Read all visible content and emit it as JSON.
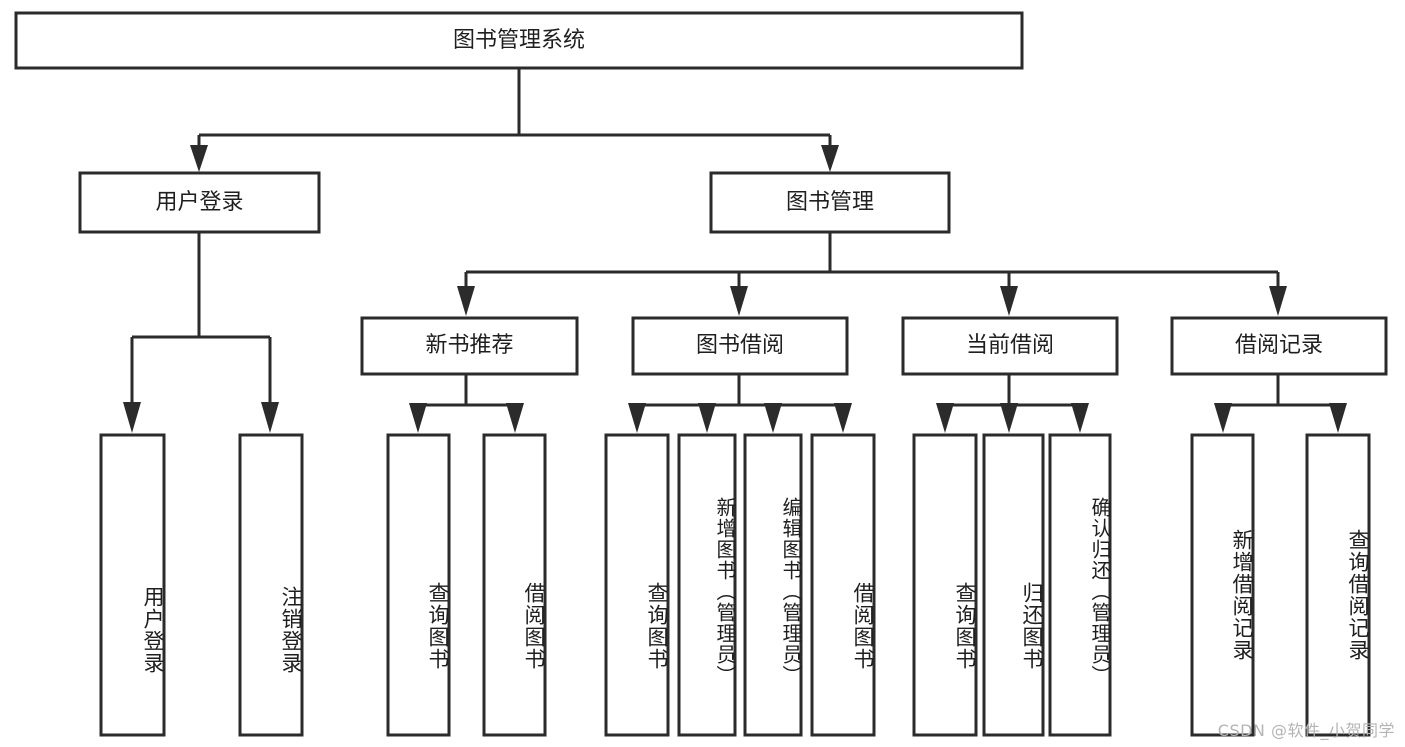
{
  "diagram": {
    "title": "图书管理系统",
    "type": "tree",
    "watermark": "CSDN @软件_小贺同学",
    "colors": {
      "box_fill": "#ffffff",
      "box_stroke": "#2b2b2b",
      "connector": "#2b2b2b",
      "text": "#1f1f1f",
      "watermark": "#b4b4b4",
      "background": "#ffffff"
    },
    "root": {
      "label": "图书管理系统",
      "children": [
        {
          "label": "用户登录",
          "children": [
            {
              "label": "用户登录"
            },
            {
              "label": "注销登录"
            }
          ]
        },
        {
          "label": "图书管理",
          "children": [
            {
              "label": "新书推荐",
              "children": [
                {
                  "label": "查询图书"
                },
                {
                  "label": "借阅图书"
                }
              ]
            },
            {
              "label": "图书借阅",
              "children": [
                {
                  "label": "查询图书"
                },
                {
                  "label": "新增图书（管理员）"
                },
                {
                  "label": "编辑图书（管理员）"
                },
                {
                  "label": "借阅图书"
                }
              ]
            },
            {
              "label": "当前借阅",
              "children": [
                {
                  "label": "查询图书"
                },
                {
                  "label": "归还图书"
                },
                {
                  "label": "确认归还（管理员）"
                }
              ]
            },
            {
              "label": "借阅记录",
              "children": [
                {
                  "label": "新增借阅记录"
                },
                {
                  "label": "查询借阅记录"
                }
              ]
            }
          ]
        }
      ]
    },
    "nodes": {
      "root_title": "图书管理系统",
      "user_login": "用户登录",
      "book_manage": "图书管理",
      "new_book_rec": "新书推荐",
      "book_borrow": "图书借阅",
      "current_borrow": "当前借阅",
      "borrow_record": "借阅记录",
      "leaf_user_login": "用户登录",
      "leaf_logout": "注销登录",
      "leaf_query_book_a": "查询图书",
      "leaf_borrow_book_a": "借阅图书",
      "leaf_query_book_b": "查询图书",
      "leaf_add_book_admin": "新增图书（管理员）",
      "leaf_edit_book_admin": "编辑图书（管理员）",
      "leaf_borrow_book_b": "借阅图书",
      "leaf_query_book_c": "查询图书",
      "leaf_return_book": "归还图书",
      "leaf_confirm_return_admin": "确认归还（管理员）",
      "leaf_add_record": "新增借阅记录",
      "leaf_query_record": "查询借阅记录"
    }
  }
}
